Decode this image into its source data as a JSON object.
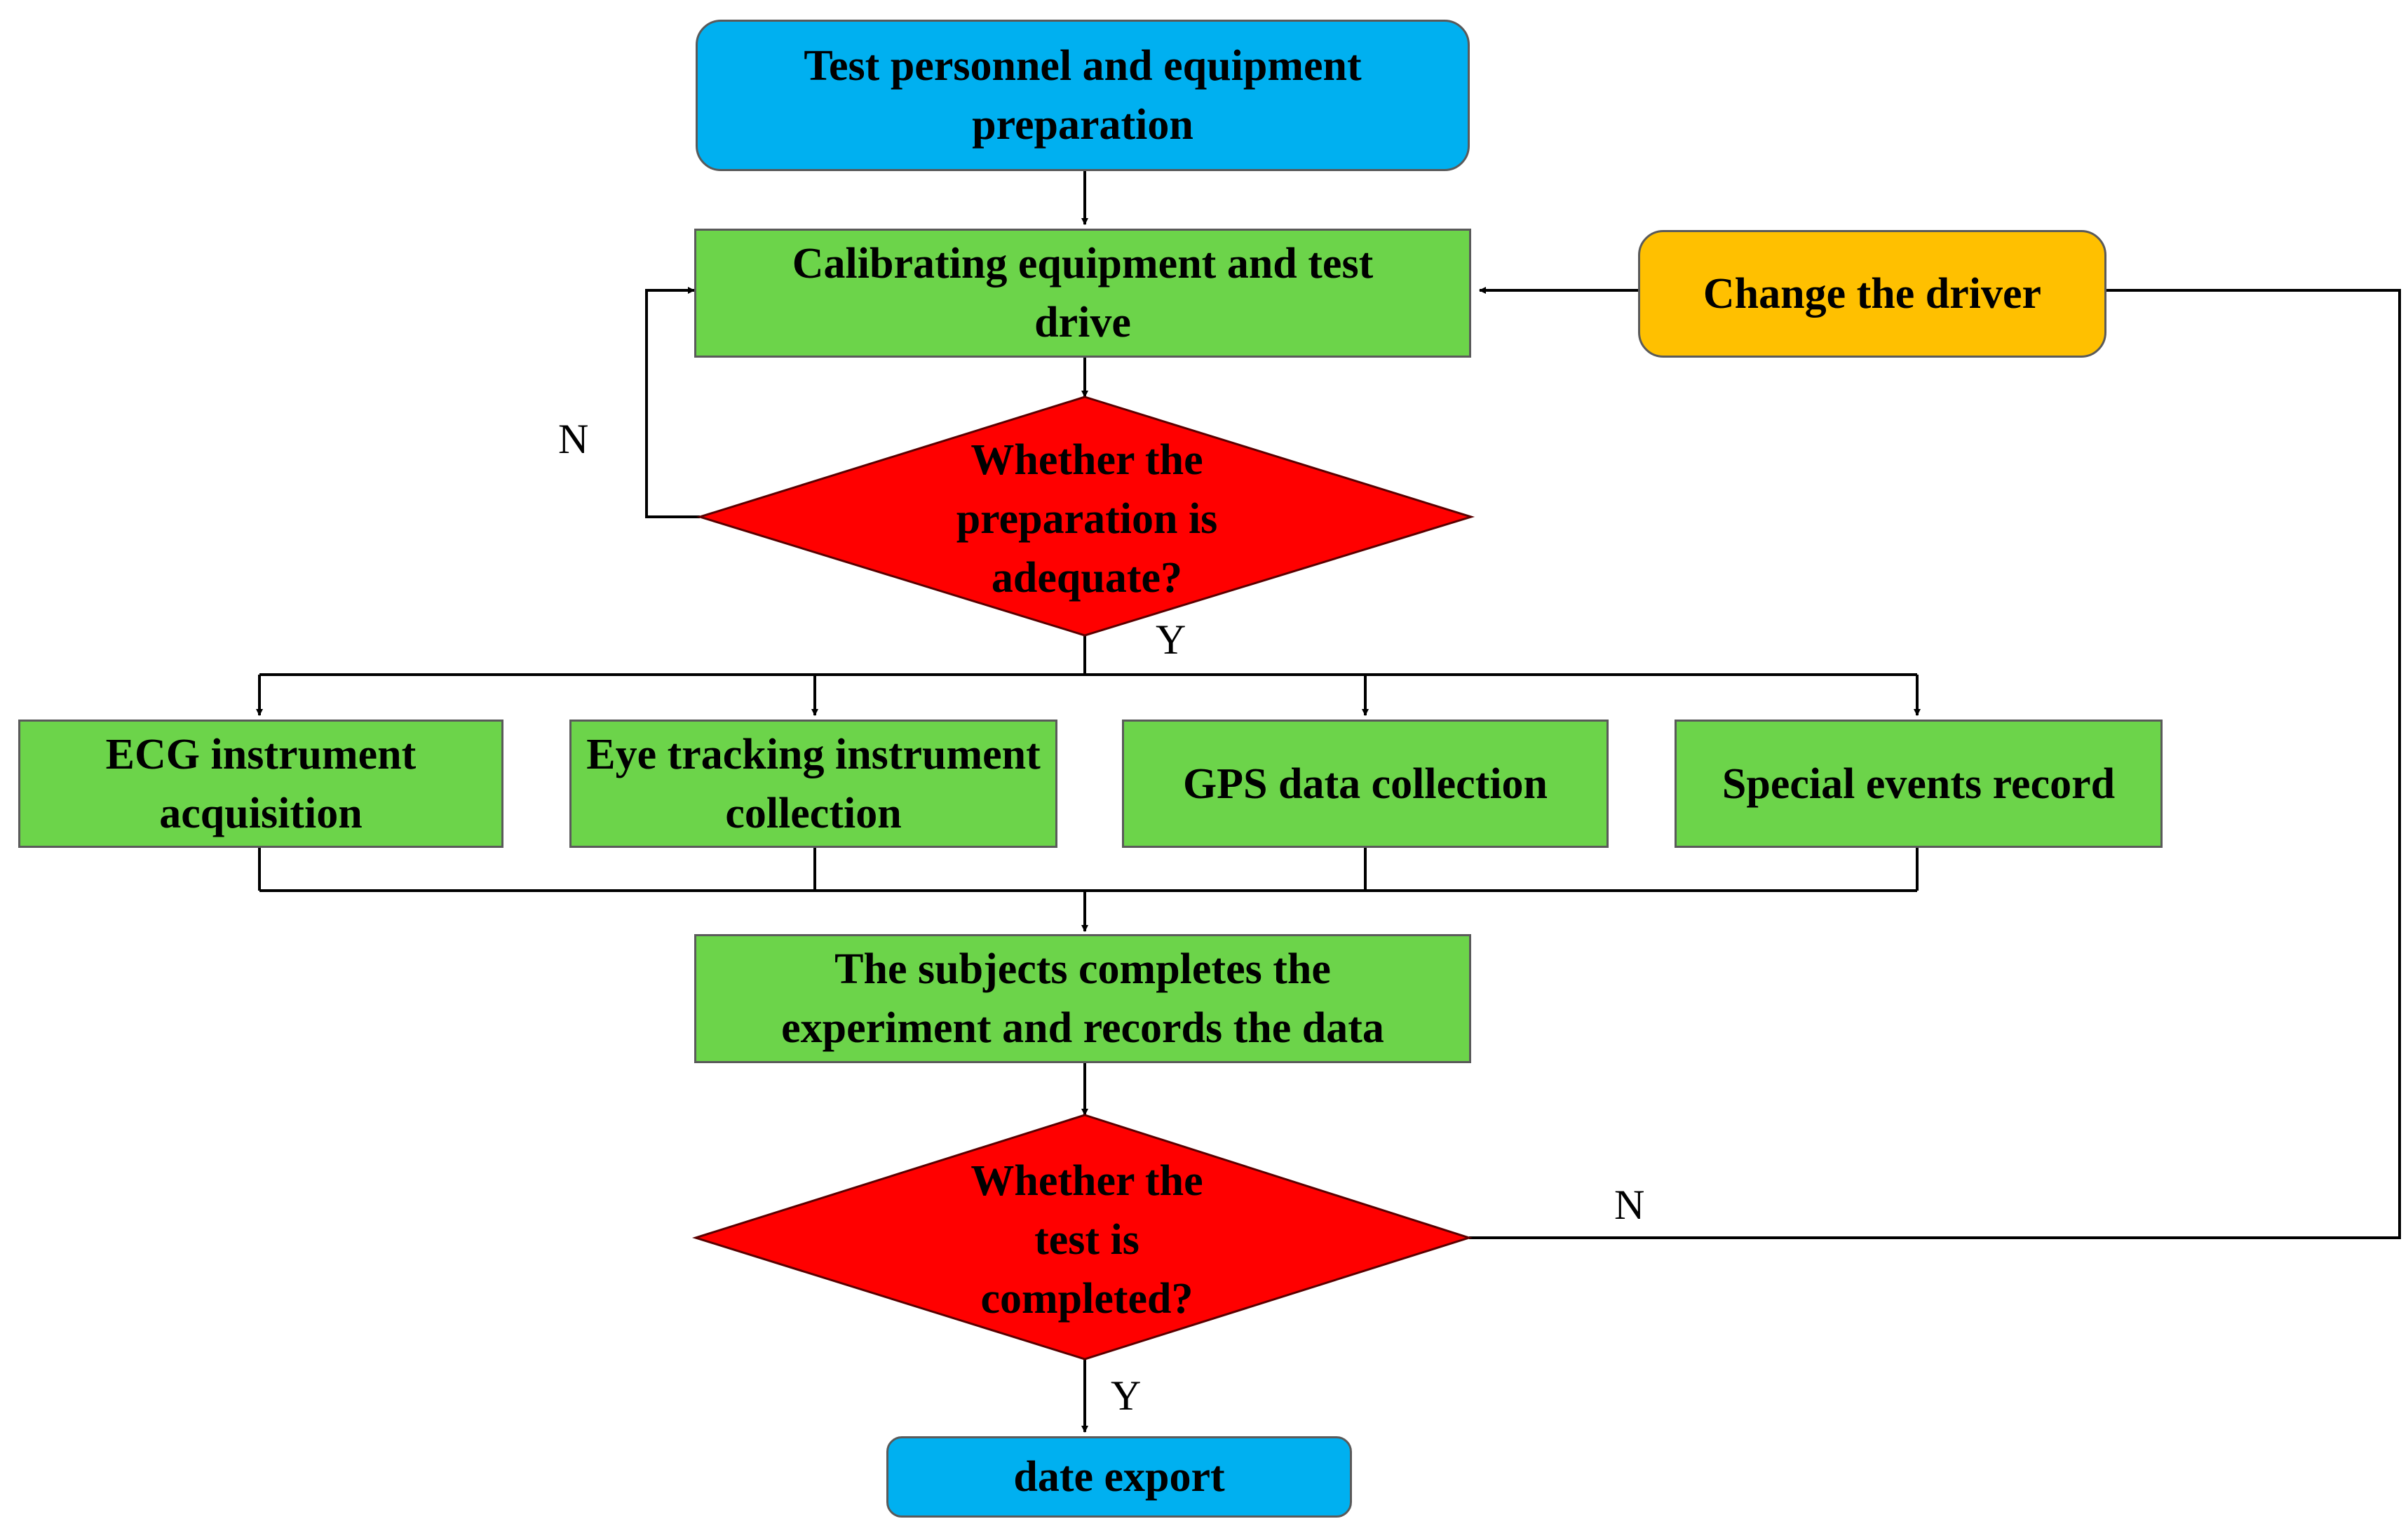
{
  "colors": {
    "start_end": "#00b0f0",
    "process": "#6cd44a",
    "decision": "#ff0000",
    "alt": "#ffc000",
    "line": "#000000"
  },
  "nodes": {
    "start": "Test personnel and equipment preparation",
    "calibrate": "Calibrating equipment and test drive",
    "change_driver": "Change the driver",
    "decision_prep": "Whether the preparation is adequate?",
    "ecg": "ECG instrument acquisition",
    "eye": "Eye tracking instrument collection",
    "gps": "GPS data collection",
    "special": "Special events record",
    "complete": "The subjects completes the experiment and records the data",
    "decision_test": "Whether the test is completed?",
    "export": "date export"
  },
  "labels": {
    "n1": "N",
    "y1": "Y",
    "n2": "N",
    "y2": "Y"
  }
}
